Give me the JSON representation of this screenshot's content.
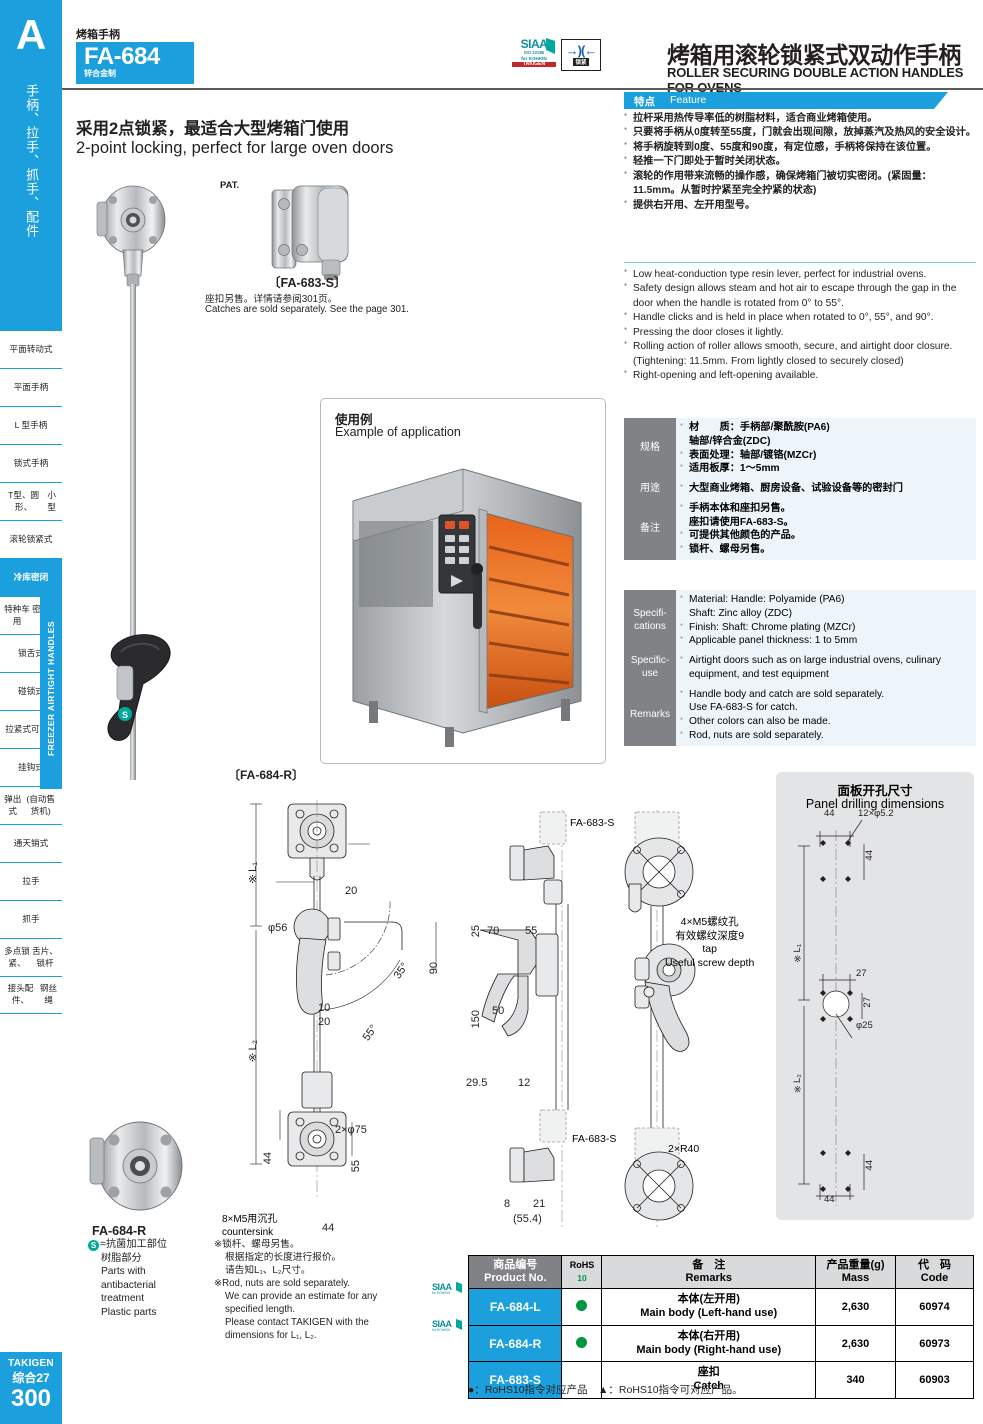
{
  "sidebar": {
    "letter": "A",
    "vertical_label": "手柄、拉手、抓手、配件",
    "items": [
      {
        "label": "平面\n转动式"
      },
      {
        "label": "平面手柄"
      },
      {
        "label": "L 型手柄"
      },
      {
        "label": "锁式手柄"
      },
      {
        "label": "T型、圆形、\n小型"
      },
      {
        "label": "滚轮\n锁紧式"
      },
      {
        "label": "冷库密闭",
        "active": true
      },
      {
        "label": "特种车用\n密闭手柄"
      },
      {
        "label": "锁舌式"
      },
      {
        "label": "碰锁式"
      },
      {
        "label": "拉紧式\n可调式"
      },
      {
        "label": "挂钩式"
      },
      {
        "label": "弹出式\n(自动售货机)"
      },
      {
        "label": "通天销式"
      },
      {
        "label": "拉手"
      },
      {
        "label": "抓手"
      },
      {
        "label": "多点锁紧、\n舌片、锁杆"
      },
      {
        "label": "接头配件、\n钢丝绳"
      }
    ],
    "band_label": "FREEZER AIRTIGHT HANDLES",
    "footer": {
      "brand": "TAKIGEN",
      "catalog": "综合27",
      "page": "300"
    }
  },
  "header": {
    "category_cn": "烤箱手柄",
    "product_no": "FA-684",
    "material_cn": "锌合金制",
    "badges": {
      "siaa_line1": "SIAA",
      "siaa_line2": "ISO 22196",
      "siaa_line3": "for KOHKIN",
      "siaa_line4": "TAKIGEN",
      "lock_arrows": "→)(←",
      "lock_label": "锁紧"
    },
    "title_cn": "烤箱用滚轮锁紧式双动作手柄",
    "title_en": "ROLLER SECURING DOUBLE ACTION HANDLES FOR OVENS"
  },
  "lead": {
    "cn": "采用2点锁紧，最适合大型烤箱门使用",
    "en": "2-point locking, perfect for large oven doors"
  },
  "photos": {
    "pat_label": "PAT.",
    "catch_caption": "〔FA-683-S〕",
    "catch_note_cn": "座扣另售。详情请参阅301页。",
    "catch_note_en": "Catches are sold separately. See the page 301.",
    "handle_caption_top": "〔FA-684-R〕",
    "handle_caption_bottom": "FA-684-R"
  },
  "application": {
    "title_cn": "使用例",
    "title_en": "Example of application"
  },
  "feature": {
    "bar_cn": "特点",
    "bar_en": "Feature",
    "cn_items": [
      "拉杆采用热传导率低的树脂材料，适合商业烤箱使用。",
      "只要将手柄从0度转至55度，门就会出现间隙，放掉蒸汽及热风的安全设计。",
      "将手柄旋转到0度、55度和90度，有定位感，手柄将保持在该位置。",
      "轻推一下门即处于暂时关闭状态。",
      "滚轮的作用带来流畅的操作感，确保烤箱门被切实密闭。(紧固量：11.5mm。从暂时拧紧至完全拧紧的状态)",
      "提供右开用、左开用型号。"
    ],
    "en_items": [
      "Low heat-conduction type resin lever, perfect for industrial ovens.",
      "Safety design allows steam and hot air to escape through the gap in the door when the handle is rotated from 0° to 55°.",
      "Handle clicks and is held in place when rotated to 0°, 55°, and 90°.",
      "Pressing the door closes it lightly.",
      "Rolling action of roller allows smooth, secure, and airtight door closure. (Tightening: 11.5mm. From lightly closed to securely closed)",
      "Right-opening and left-opening available."
    ]
  },
  "spec_cn": {
    "rows": [
      {
        "key": "规格",
        "lines": [
          {
            "bullet": true,
            "text": "材　　质：手柄部/聚酰胺(PA6)"
          },
          {
            "bullet": false,
            "indent": true,
            "text": "轴部/锌合金(ZDC)"
          },
          {
            "bullet": true,
            "text": "表面处理：轴部/镀铬(MZCr)"
          },
          {
            "bullet": true,
            "text": "适用板厚：1～5mm"
          }
        ]
      },
      {
        "key": "用途",
        "lines": [
          {
            "bullet": true,
            "text": "大型商业烤箱、厨房设备、试验设备等的密封门"
          }
        ]
      },
      {
        "key": "备注",
        "lines": [
          {
            "bullet": true,
            "text": "手柄本体和座扣另售。"
          },
          {
            "bullet": false,
            "text": "座扣请使用FA-683-S。"
          },
          {
            "bullet": true,
            "text": "可提供其他颜色的产品。"
          },
          {
            "bullet": true,
            "text": "锁杆、螺母另售。"
          }
        ]
      }
    ]
  },
  "spec_en": {
    "rows": [
      {
        "key": "Specifi-\ncations",
        "lines": [
          {
            "bullet": true,
            "text": "Material: Handle: Polyamide (PA6)"
          },
          {
            "bullet": false,
            "indent": true,
            "text": "Shaft: Zinc alloy (ZDC)"
          },
          {
            "bullet": true,
            "text": "Finish: Shaft: Chrome plating (MZCr)"
          },
          {
            "bullet": true,
            "text": "Applicable panel thickness: 1 to 5mm"
          }
        ]
      },
      {
        "key": "Specific-\nuse",
        "lines": [
          {
            "bullet": true,
            "text": "Airtight doors such as on large industrial ovens, culinary equipment, and test equipment"
          }
        ]
      },
      {
        "key": "Remarks",
        "lines": [
          {
            "bullet": true,
            "text": "Handle body and catch are sold separately."
          },
          {
            "bullet": false,
            "text": "Use FA-683-S for catch."
          },
          {
            "bullet": true,
            "text": "Other colors can also be made."
          },
          {
            "bullet": true,
            "text": "Rod, nuts are sold separately."
          }
        ]
      }
    ]
  },
  "drawing": {
    "labels": {
      "catch_a": "FA-683-S",
      "catch_b": "FA-683-S",
      "tap_cn1": "4×M5螺纹孔",
      "tap_cn2": "有效螺纹深度9",
      "tap_en1": "tap",
      "tap_en2": "Useful screw depth",
      "r40": "2×R40",
      "countersink_cn": "8×M5用沉孔",
      "countersink_en": "countersink"
    },
    "dims": {
      "d20": "20",
      "d_phi56": "φ56",
      "d90": "90",
      "d35": "35°",
      "d55deg": "55°",
      "d10": "10",
      "d20b": "20",
      "d_2phi75": "2×φ75",
      "d44a": "44",
      "d55": "55",
      "d44b": "44",
      "L1": "※L₁",
      "L2": "※L₂",
      "d70": "70",
      "d55c": "55",
      "d25": "25",
      "d150": "150",
      "d50": "50",
      "d29_5": "29.5",
      "d12": "12",
      "d8": "8",
      "d21": "21",
      "d55_4": "(55.4)"
    }
  },
  "panel_drilling": {
    "title_cn": "面板开孔尺寸",
    "title_en": "Panel drilling dimensions",
    "dims": {
      "d44_top_h": "44",
      "d12x52": "12×φ5.2",
      "d44_top_v": "44",
      "L1": "※L₁",
      "d27_h": "27",
      "d27_v": "27",
      "phi25": "φ25",
      "L2": "※L₂",
      "d44_bot_v": "44",
      "d44_bot_h": "44"
    }
  },
  "notes": {
    "s_badge": "S",
    "s_line1": "=抗菌加工部位",
    "s_line2": "树脂部分",
    "s_line3": "Parts with",
    "s_line4": "antibacterial",
    "s_line5": "treatment",
    "s_line6": "Plastic parts",
    "rod_cn1": "※锁杆、螺母另售。",
    "rod_cn2": "根据指定的长度进行报价。",
    "rod_cn3": "请告知L₁、L₂尺寸。",
    "rod_en1": "※Rod, nuts are sold separately.",
    "rod_en2": "We can provide an estimate for any",
    "rod_en3": "specified length.",
    "rod_en4": "Please contact TAKIGEN with the",
    "rod_en5": "dimensions for L₁, L₂."
  },
  "product_table": {
    "headers": [
      {
        "cn": "商品编号",
        "en": "Product No."
      },
      {
        "cn": "RoHS",
        "en": "10"
      },
      {
        "cn": "备　注",
        "en": "Remarks"
      },
      {
        "cn": "产品重量(g)",
        "en": "Mass"
      },
      {
        "cn": "代　码",
        "en": "Code"
      }
    ],
    "rows": [
      {
        "product_no": "FA-684-L",
        "rohs": "●",
        "remarks_cn": "本体(左开用)",
        "remarks_en": "Main body (Left-hand use)",
        "mass": "2,630",
        "code": "60974",
        "siaa": true
      },
      {
        "product_no": "FA-684-R",
        "rohs": "●",
        "remarks_cn": "本体(右开用)",
        "remarks_en": "Main body (Right-hand use)",
        "mass": "2,630",
        "code": "60973",
        "siaa": true
      },
      {
        "product_no": "FA-683-S",
        "rohs": "",
        "remarks_cn": "座扣",
        "remarks_en": "Catch",
        "mass": "340",
        "code": "60903",
        "siaa": false
      }
    ],
    "footnote": "●：RoHS10指令对应产品　▲：RoHS10指令可对应产品。"
  },
  "colors": {
    "brand_blue": "#1ba0dd",
    "gray_key": "#808285",
    "spec_bg": "#eef5fa",
    "green": "#009640",
    "teal": "#00a99d"
  }
}
